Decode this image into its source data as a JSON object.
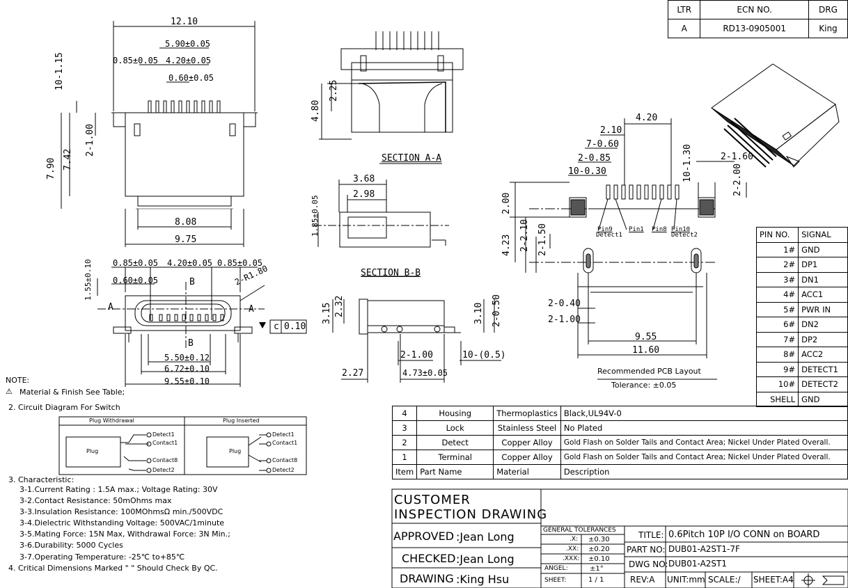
{
  "revision": {
    "headers": [
      "LTR",
      "ECN NO.",
      "DRG"
    ],
    "row": [
      "A",
      "RD13-0905001",
      "King"
    ]
  },
  "dims": {
    "d1210": "12.10",
    "d590": "5.90±0.05",
    "d085a": "0.85±0.05",
    "d420a": "4.20±0.05",
    "d060a": "0.60±0.05",
    "d10_115": "10-1.15",
    "d790": "7.90",
    "d742": "7.42",
    "d2_100": "2-1.00",
    "d808": "8.08",
    "d975": "9.75",
    "d085b": "0.85±0.05",
    "d420b": "4.20±0.05",
    "d085c": "0.85±0.05",
    "d060b": "0.60±0.05",
    "d155": "1.55±0.10",
    "r180": "2-R1.80",
    "secA": "A",
    "secA2": "A",
    "secB": "B",
    "secB2": "B",
    "d550": "5.50±0.12",
    "d672": "6.72±0.10",
    "d955a": "9.55±0.10",
    "d480": "4.80",
    "d225": "2.25",
    "d368": "3.68",
    "d298": "2.98",
    "d185": "1.85±0.05",
    "d315": "3.15",
    "d232": "2.32",
    "d310": "3.10",
    "d2_050": "2-0.50",
    "d2_100b": "2-1.00",
    "d10_05": "10-(0.5)",
    "d227": "2.27",
    "d473": "4.73±0.05",
    "p420": "4.20",
    "p210": "2.10",
    "p7_060": "7-0.60",
    "p2_085": "2-0.85",
    "p10_030": "10-0.30",
    "p10_130": "10-1.30",
    "p2_160": "2-1.60",
    "p2_200": "2-2.00",
    "p200": "2.00",
    "p423": "4.23",
    "p2_210": "2-2.10",
    "p2_150": "2-1.50",
    "p2_040": "2-0.40",
    "p2_100": "2-1.00",
    "p955": "9.55",
    "p1160": "11.60"
  },
  "callouts": {
    "pin9": "Pin9",
    "detect1": "Detect1",
    "pin1": "Pin1",
    "pin8": "Pin8",
    "pin10": "Pin10",
    "detect2": "Detect2"
  },
  "labels": {
    "section_aa": "SECTION A-A",
    "section_bb": "SECTION B-B",
    "pcb_title": "Recommended PCB Layout",
    "tolerance": "Tolerance: ±0.05",
    "flatness_symbol": "c",
    "flatness_value": "0.10"
  },
  "pins": {
    "headers": [
      "PIN NO.",
      "SIGNAL"
    ],
    "rows": [
      [
        "1#",
        "GND"
      ],
      [
        "2#",
        "DP1"
      ],
      [
        "3#",
        "DN1"
      ],
      [
        "4#",
        "ACC1"
      ],
      [
        "5#",
        "PWR IN"
      ],
      [
        "6#",
        "DN2"
      ],
      [
        "7#",
        "DP2"
      ],
      [
        "8#",
        "ACC2"
      ],
      [
        "9#",
        "DETECT1"
      ],
      [
        "10#",
        "DETECT2"
      ],
      [
        "SHELL",
        "GND"
      ]
    ]
  },
  "notes": {
    "title": "NOTE:",
    "n1": "Material & Finish See Table;",
    "n2": "2. Circuit Diagram For Switch",
    "n3": "3. Characteristic:",
    "c1": "3-1.Current Rating : 1.5A max.; Voltage Rating: 30V",
    "c2": "3-2.Contact Resistance: 50mOhms max",
    "c3": "3-3.Insulation Resistance: 100MOhmsΩ min./500VDC",
    "c4": "3-4.Dielectric Withstanding Voltage: 500VAC/1minute",
    "c5": "3-5.Mating Force: 15N Max, Withdrawal Force: 3N Min.;",
    "c6": "3-6.Durability: 5000 Cycles",
    "c7": "3-7.Operating Temperature: -25℃ to+85℃",
    "n4": "4. Critical Dimensions Marked \"  \" Should Check By QC."
  },
  "circuit": {
    "withdrawal": "Plug Withdrawal",
    "inserted": "Plug Inserted",
    "plug1": "Plug",
    "plug2": "Plug",
    "detect1a": "Detect1",
    "contact1a": "Contact1",
    "contact8a": "Contact8",
    "detect2a": "Detect2",
    "detect1b": "Detect1",
    "contact1b": "Contact1",
    "contact8b": "Contact8",
    "detect2b": "Detect2"
  },
  "bom": {
    "rows": [
      [
        "4",
        "Housing",
        "Thermoplastics",
        "Black,UL94V-0"
      ],
      [
        "3",
        "Lock",
        "Stainless Steel",
        "No Plated"
      ],
      [
        "2",
        "Detect",
        "Copper Alloy",
        "Gold Flash on Solder Tails and Contact Area; Nickel Under Plated Overall."
      ],
      [
        "1",
        "Terminal",
        "Copper Alloy",
        "Gold Flash on Solder Tails and Contact Area; Nickel Under Plated Overall."
      ]
    ],
    "header": [
      "Item",
      "Part Name",
      "Material",
      "Description"
    ]
  },
  "titleblock": {
    "customer": "CUSTOMER",
    "inspection": "INSPECTION DRAWING",
    "approved": "APPROVED",
    "approved_name": "Jean Long",
    "checked": "CHECKED",
    "checked_name": "Jean Long",
    "drawing": "DRAWING",
    "drawing_name": "King Hsu",
    "gen_tol": "GENERAL TOLERANCES",
    "tol_x": ".X:",
    "tol_x_v": "±0.30",
    "tol_xx": ".XX:",
    "tol_xx_v": "±0.20",
    "tol_xxx": ".XXX:",
    "tol_xxx_v": "±0.10",
    "angel": "ANGEL:",
    "angel_v": "±1°",
    "sheet": "SHEET:",
    "sheet_v": "1 / 1",
    "title_lbl": "TITLE:",
    "title_v": "0.6Pitch 10P I/O CONN on BOARD",
    "partno_lbl": "PART NO:",
    "partno_v": "DUB01-A2ST1-7F",
    "dwgno_lbl": "DWG NO:",
    "dwgno_v": "DUB01-A2ST1",
    "rev": "REV:A",
    "unit": "UNIT:mm",
    "scale": "SCALE:/",
    "sheetsize": "SHEET:A4"
  }
}
